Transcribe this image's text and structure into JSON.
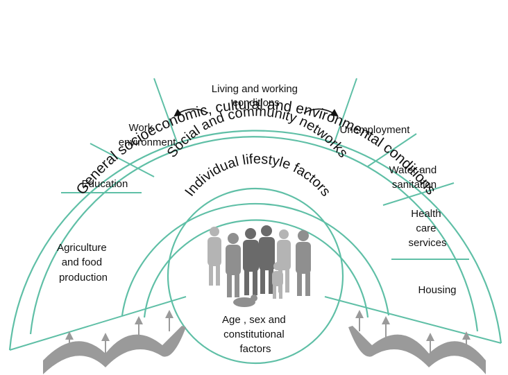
{
  "layers": {
    "outer": "General socioeconomic, cultural and environmental conditions",
    "community": "Social and community networks",
    "individual": "Individual lifestyle factors",
    "core": [
      "Age , sex and",
      "constitutional",
      "factors"
    ]
  },
  "living_working": {
    "heading": [
      "Living and working",
      "conditions"
    ],
    "left": [
      {
        "lines": [
          "Agriculture",
          "and food",
          "production"
        ]
      },
      {
        "lines": [
          "Education"
        ]
      },
      {
        "lines": [
          "Work",
          "environment"
        ]
      }
    ],
    "right": [
      {
        "lines": [
          "Unemployment"
        ]
      },
      {
        "lines": [
          "Water and",
          "sanitation"
        ]
      },
      {
        "lines": [
          "Health",
          "care",
          "services"
        ]
      },
      {
        "lines": [
          "Housing"
        ]
      }
    ]
  },
  "colors": {
    "ring_stroke": "#5fbfa6",
    "figure_fill": "#8f8f8f"
  },
  "icons": [
    "people-group-icon",
    "curved-arrow-icon",
    "bracket-arrows-icon"
  ]
}
